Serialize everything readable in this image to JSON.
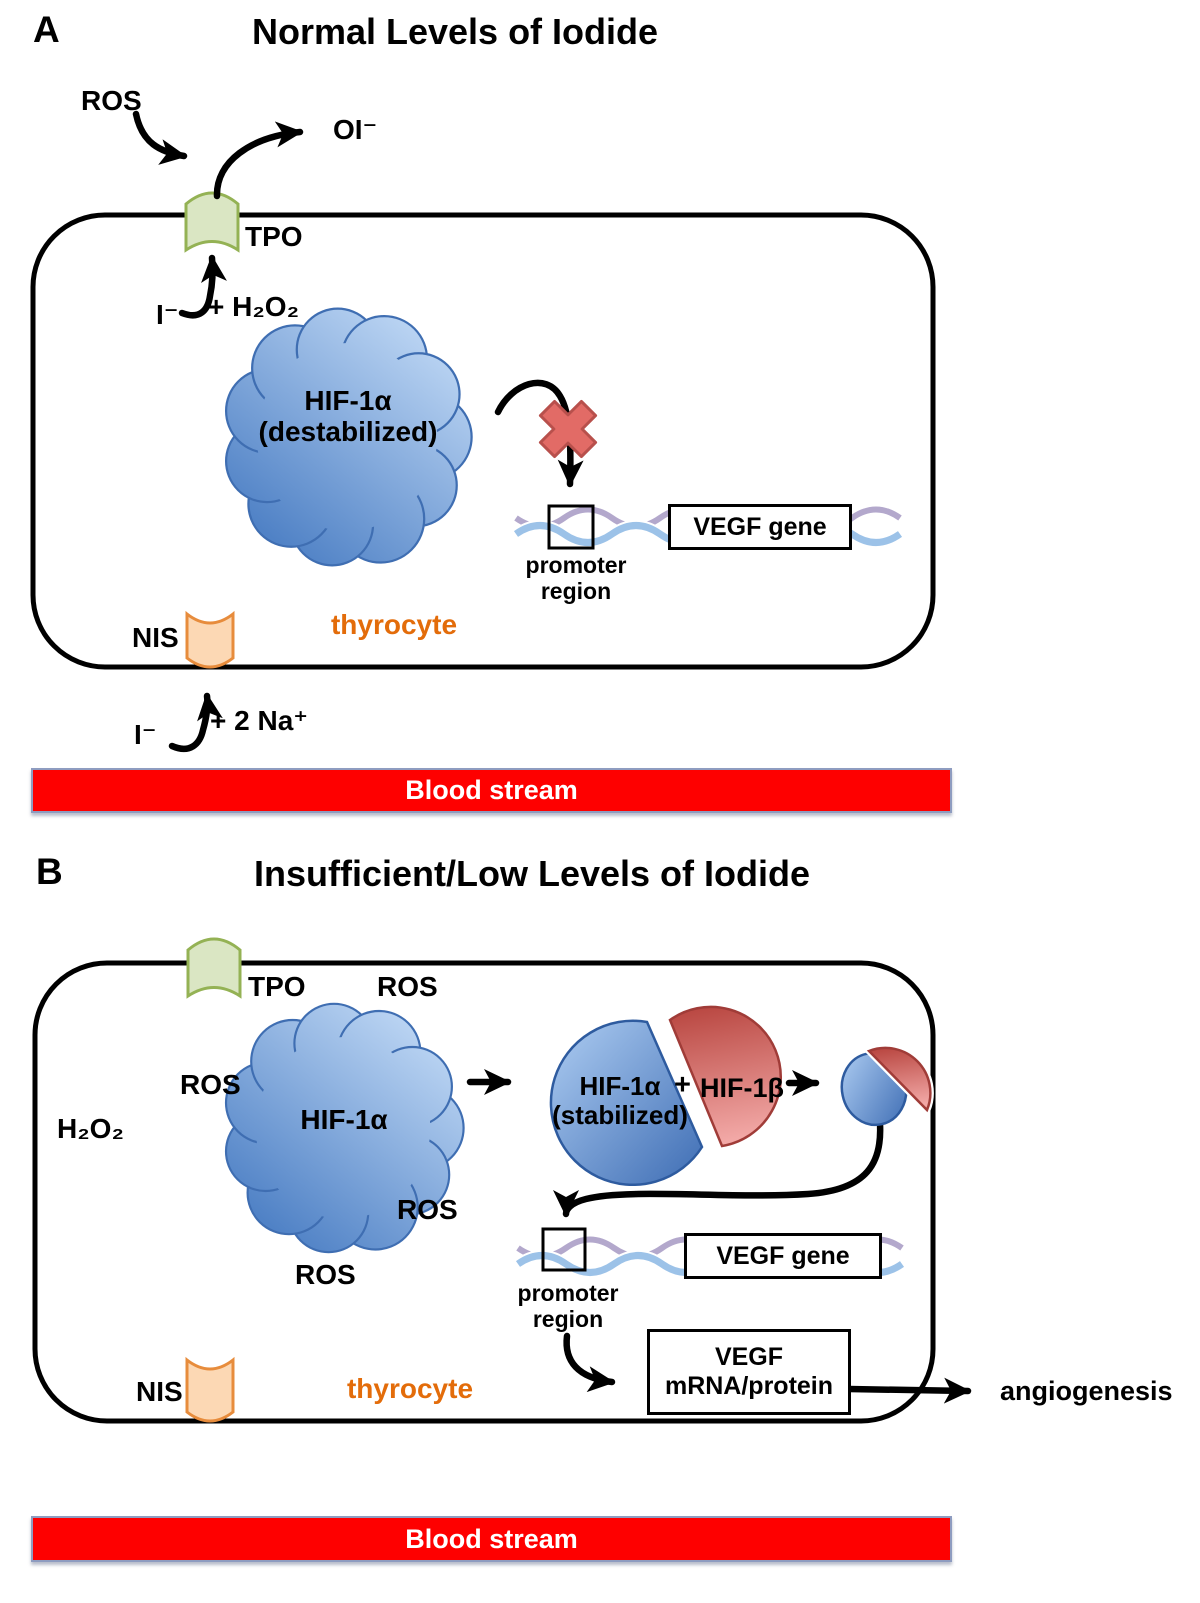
{
  "figure": {
    "panel_a": {
      "panel_label": "A",
      "title": "Normal Levels of Iodide",
      "ros_label": "ROS",
      "hypoiodite_label": "OI⁻",
      "tpo_label": "TPO",
      "iodide_label": "I⁻",
      "h2o2_label": "+ H₂O₂",
      "hif_name": "HIF-1α",
      "hif_state": "(destabilized)",
      "promoter_word1": "promoter",
      "promoter_word2": "region",
      "vegf_gene_label": "VEGF gene",
      "nis_label": "NIS",
      "cell_label": "thyrocyte",
      "iodide_basal_label": "I⁻",
      "sodium_label": "+ 2 Na⁺",
      "blood_label": "Blood stream"
    },
    "panel_b": {
      "panel_label": "B",
      "title": "Insufficient/Low Levels of Iodide",
      "tpo_label": "TPO",
      "ros_top_label": "ROS",
      "ros_left_label": "ROS",
      "h2o2_label": "H₂O₂",
      "hif_name": "HIF-1α",
      "ros_right_label": "ROS",
      "ros_bottom_label": "ROS",
      "hif_stab_name": "HIF-1α",
      "hif_stab_state": "(stabilized)",
      "plus_sign": "+",
      "hif_beta_label": "HIF-1β",
      "promoter_word1": "promoter",
      "promoter_word2": "region",
      "vegf_gene_label": "VEGF gene",
      "vegf_product_line1": "VEGF",
      "vegf_product_line2": "mRNA/protein",
      "angiogenesis_label": "angiogenesis",
      "nis_label": "NIS",
      "cell_label": "thyrocyte",
      "blood_label": "Blood stream"
    },
    "colors": {
      "blood_red": "#fe0000",
      "thyrocyte_orange": "#e36c0a",
      "tpo_green": "#dae6c3",
      "nis_orange": "#fcd8b4",
      "hif_cloud_blue": "#6b9bd2",
      "hif_beta_red": "#c9534c",
      "block_x_red": "#e26b66",
      "dna_blue": "#9cc2e8",
      "dna_purple": "#b3a8cc"
    }
  }
}
